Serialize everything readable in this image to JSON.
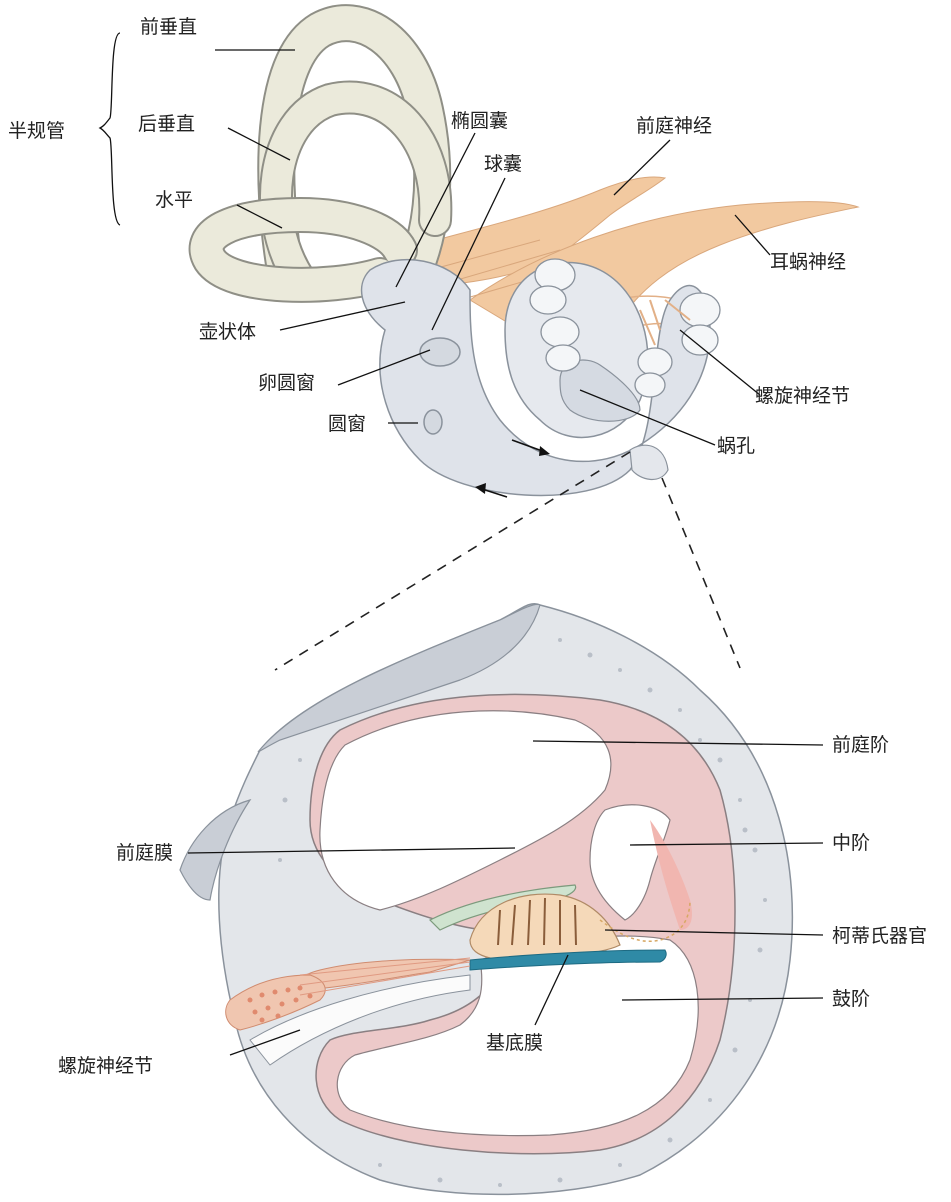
{
  "labels": {
    "semicircular_canals": "半规管",
    "anterior_vertical": "前垂直",
    "posterior_vertical": "后垂直",
    "horizontal": "水平",
    "utricle": "椭圆囊",
    "saccule": "球囊",
    "vestibular_nerve": "前庭神经",
    "cochlear_nerve": "耳蜗神经",
    "ampulla": "壶状体",
    "oval_window": "卵圆窗",
    "round_window": "圆窗",
    "spiral_ganglion_top": "螺旋神经节",
    "helicotrema": "蜗孔",
    "scala_vestibuli": "前庭阶",
    "vestibular_membrane": "前庭膜",
    "scala_media": "中阶",
    "organ_of_corti": "柯蒂氏器官",
    "scala_tympani": "鼓阶",
    "spiral_ganglion_bottom": "螺旋神经节",
    "basilar_membrane": "基底膜"
  },
  "colors": {
    "canal_fill": "#ebeadb",
    "canal_stroke": "#8f8f86",
    "cochlea_fill": "#dfe3ea",
    "cochlea_stroke": "#8a929c",
    "nerve": "#f2c9a0",
    "bone": "#e3e6ea",
    "tissue_pink": "#ecc9c9",
    "tectorial": "#cfe3cf",
    "basilar_blue": "#2f8aa6",
    "ganglion_red": "#e08a6e"
  }
}
